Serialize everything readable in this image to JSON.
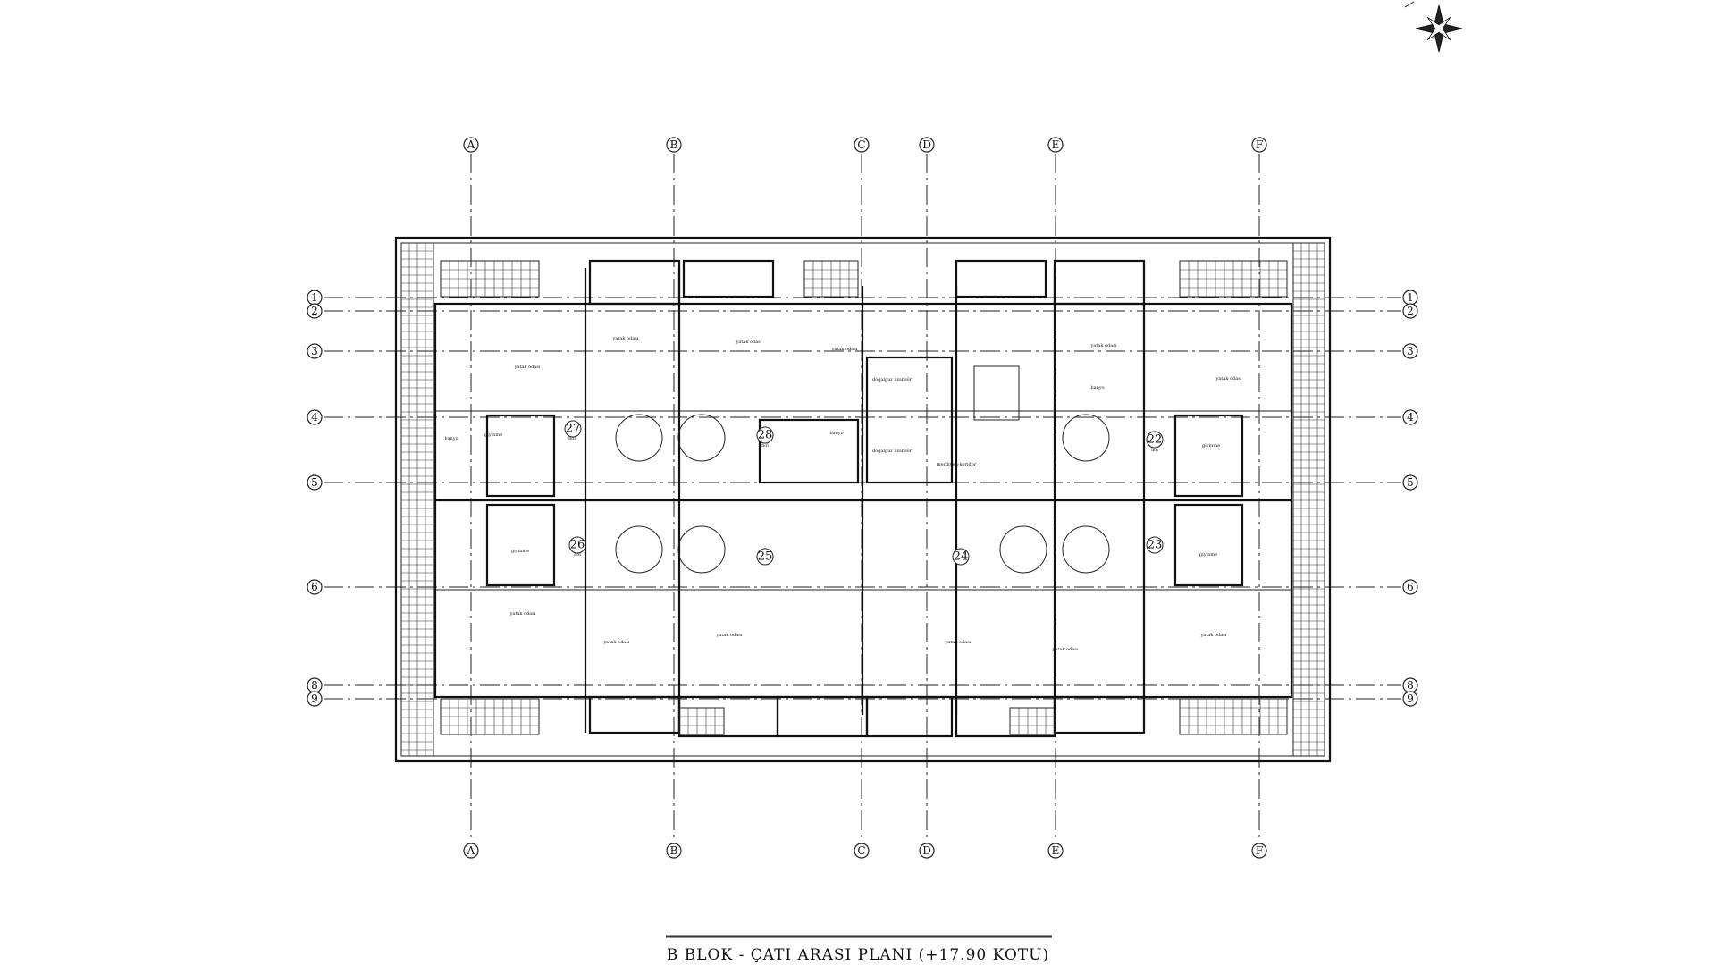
{
  "drawing": {
    "title": "B BLOK - ÇATI  ARASI  PLANI  (+17.90 KOTU)"
  },
  "axes": {
    "columns": [
      "A",
      "B",
      "C",
      "D",
      "E",
      "F"
    ],
    "rows": [
      "1",
      "2",
      "3",
      "4",
      "5",
      "6",
      "8",
      "9"
    ]
  },
  "units": [
    "27",
    "28",
    "22",
    "26",
    "25",
    "24",
    "23"
  ],
  "rooms": {
    "bedroom": "yatak odası",
    "hall": "hol",
    "living": "giyinme",
    "bath": "banyo",
    "shaft": "doğalgaz asansör",
    "core": "merdiven-koridor"
  },
  "colors": {
    "line": "#111111",
    "paper": "#ffffff"
  }
}
